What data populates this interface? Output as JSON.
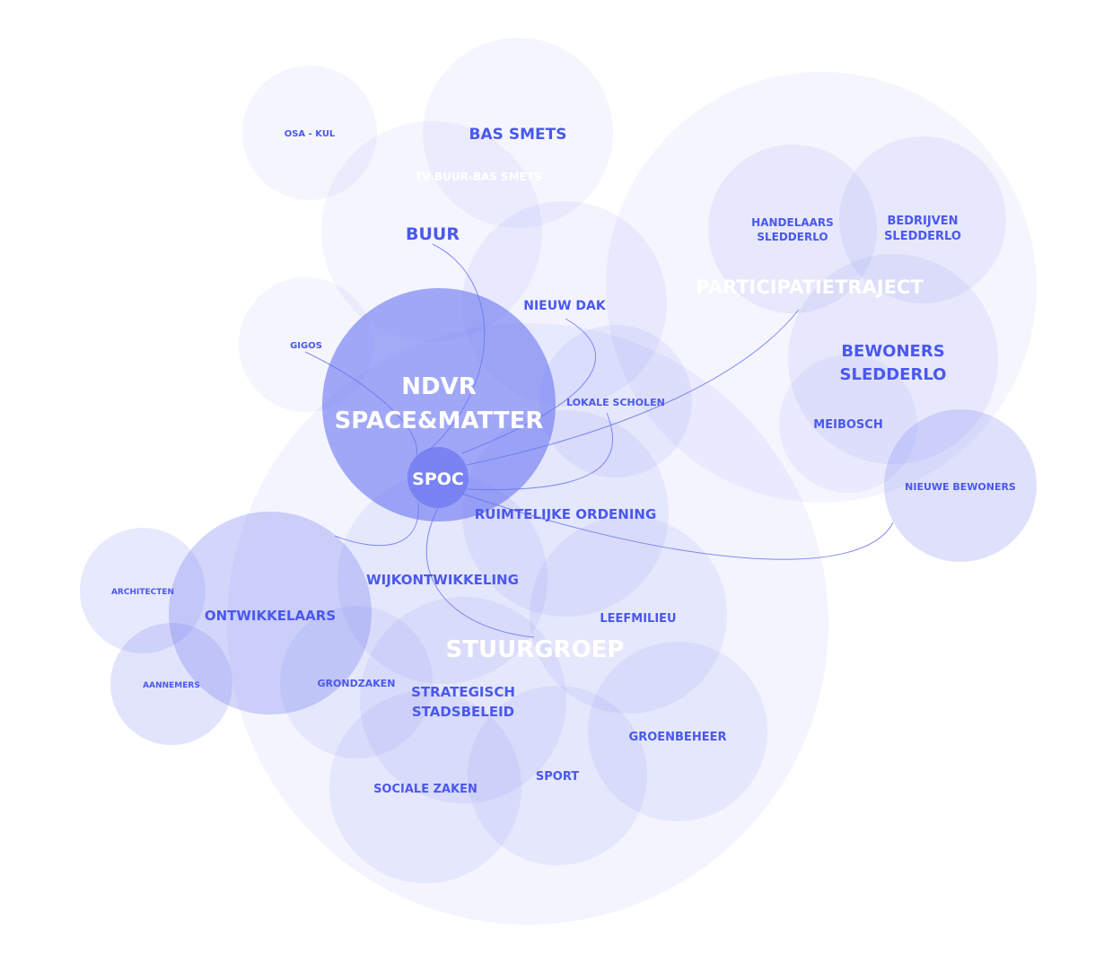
{
  "labels": {
    "osa_kul": "OSA - KUL",
    "bas_smets": "BAS SMETS",
    "tv_buur": "TV BUUR-BAS SMETS",
    "buur": "BUUR",
    "participatie": "PARTICIPATIETRAJECT",
    "handelaars_1": "HANDELAARS",
    "handelaars_2": "SLEDDERLO",
    "bedrijven_1": "BEDRIJVEN",
    "bedrijven_2": "SLEDDERLO",
    "bewoners_1": "BEWONERS",
    "bewoners_2": "SLEDDERLO",
    "meibosch": "MEIBOSCH",
    "nieuwe_bewoners": "NIEUWE BEWONERS",
    "nieuw_dak": "NIEUW DAK",
    "gigos": "GIGOS",
    "ndvr_1": "NDVR",
    "ndvr_2": "SPACE&MATTER",
    "spoc": "SPOC",
    "lokale_scholen": "LOKALE SCHOLEN",
    "ruimtelijke_ordening": "RUIMTELIJKE ORDENING",
    "wijkontwikkeling": "WIJKONTWIKKELING",
    "leefmilieu": "LEEFMILIEU",
    "stuurgroep": "STUURGROEP",
    "ontwikkelaars": "ONTWIKKELAARS",
    "architecten": "ARCHITECTEN",
    "aannemers": "AANNEMERS",
    "grondzaken": "GRONDZAKEN",
    "strategisch_1": "STRATEGISCH",
    "strategisch_2": "STADSBELEID",
    "sociale_zaken": "SOCIALE ZAKEN",
    "sport": "SPORT",
    "groenbeheer": "GROENBEHEER"
  },
  "colors": {
    "accent": "#4a58ee",
    "circle": "#6c77f0"
  }
}
